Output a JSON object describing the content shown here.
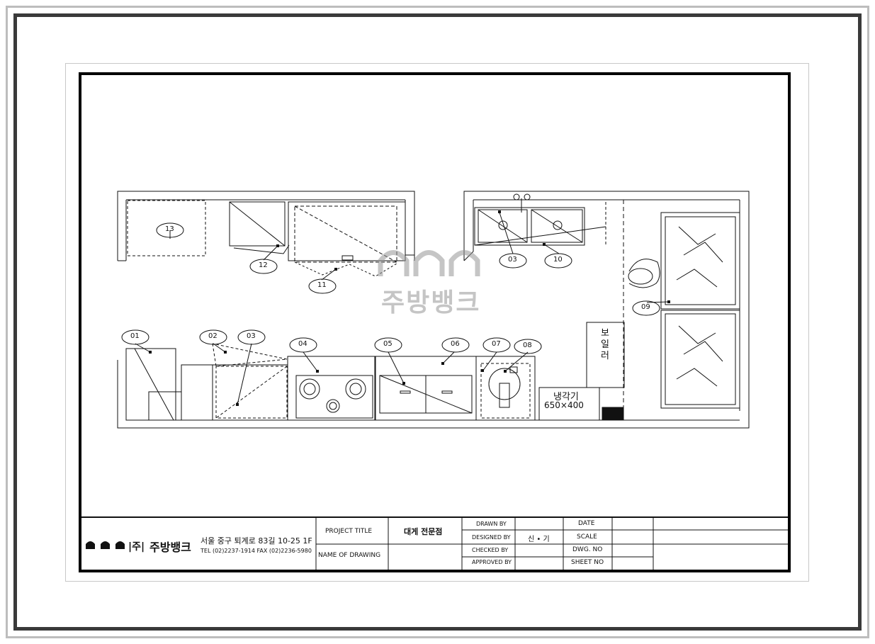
{
  "company": {
    "name_prefix": "|주|",
    "name": "주방뱅크",
    "address": "서울 중구 퇴계로 83길 10-25 1F",
    "phone_fax": "TEL (02)2237-1914 FAX (02)2236-5980"
  },
  "watermark": {
    "text": "주방뱅크"
  },
  "title_block": {
    "project_title_label": "PROJECT TITLE",
    "project_title_value": "대게 전문점",
    "name_of_drawing_label": "NAME OF DRAWING",
    "drawn_by_label": "DRAWN BY",
    "designed_by_label": "DESIGNED BY",
    "designed_by_value": "신 • 기",
    "checked_by_label": "CHECKED BY",
    "approved_by_label": "APPROVED BY",
    "date_label": "DATE",
    "scale_label": "SCALE",
    "dwg_no_label": "DWG. NO",
    "sheet_no_label": "SHEET NO"
  },
  "equipment_tags": [
    "01",
    "02",
    "03",
    "04",
    "05",
    "06",
    "07",
    "08",
    "09",
    "10",
    "11",
    "12",
    "13"
  ],
  "room_labels": {
    "boiler": "보일러",
    "refrigerator": "냉각기",
    "refrigerator_size": "650×400"
  }
}
